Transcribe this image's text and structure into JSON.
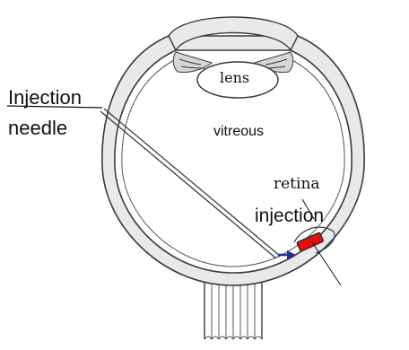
{
  "labels": {
    "lens": "lens",
    "vitreous": "vitreous",
    "needle_line1": "Injection",
    "needle_line2": "needle",
    "retina": "retina",
    "injection": "injection"
  },
  "colors": {
    "outline": "#3a3a3a",
    "sclera_fill": "#e9e9e9",
    "injection_fill": "#e01010",
    "arrow": "#1f2f9e"
  },
  "icons": {
    "arrow": "arrow-right-icon"
  }
}
